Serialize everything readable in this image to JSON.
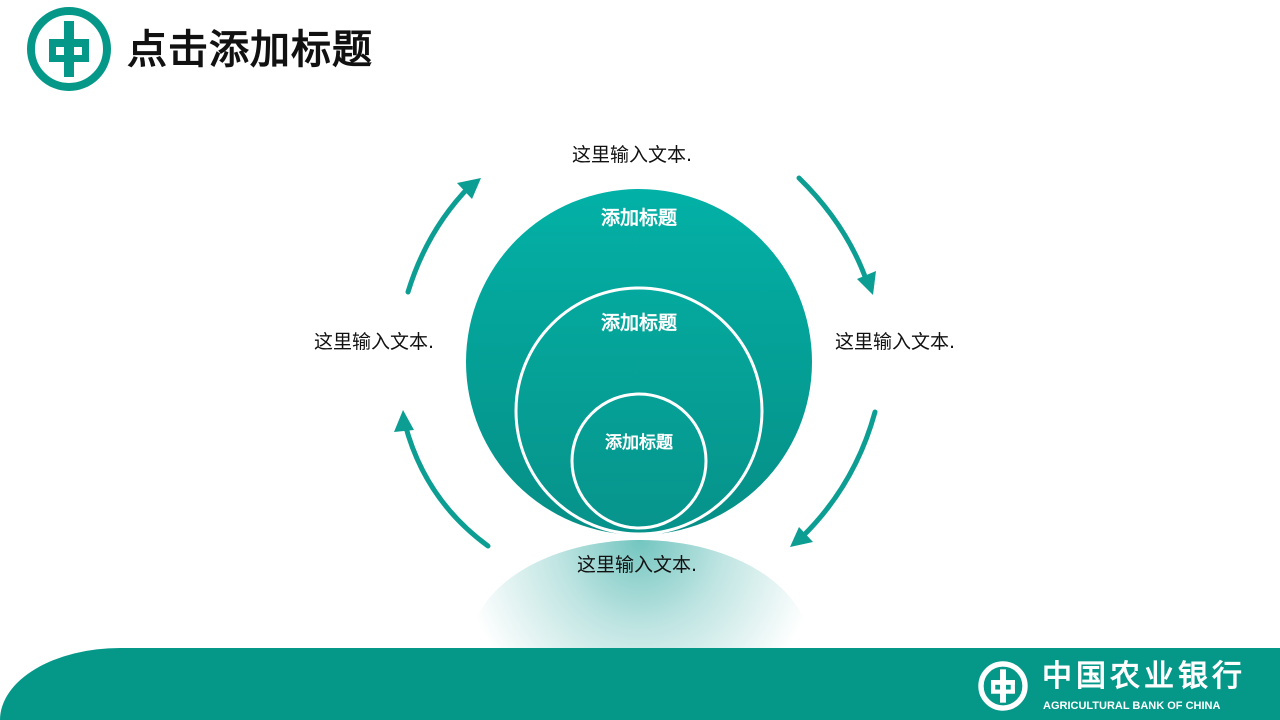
{
  "header": {
    "title": "点击添加标题"
  },
  "diagram": {
    "circles": {
      "outer_label": "添加标题",
      "middle_label": "添加标题",
      "inner_label": "添加标题"
    },
    "descriptions": {
      "top": "这里输入文本.",
      "left": "这里输入文本.",
      "right": "这里输入文本.",
      "bottom": "这里输入文本."
    }
  },
  "footer": {
    "bank_name_cn": "中国农业银行",
    "bank_name_en": "AGRICULTURAL BANK OF CHINA"
  },
  "icons": {
    "header_logo": "abc-bank-logo-icon",
    "footer_logo": "abc-bank-logo-icon",
    "cycle_arrows": "curved-arrow-icon"
  },
  "colors": {
    "accent": "#059889",
    "circle_top": "#03b0a5",
    "circle_bottom": "#058d86",
    "text": "#111111"
  }
}
